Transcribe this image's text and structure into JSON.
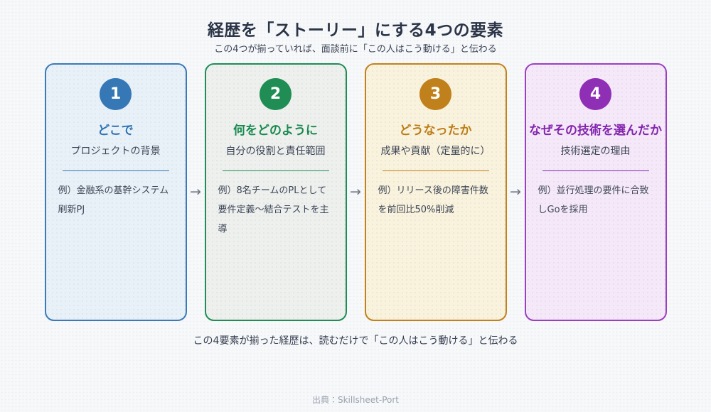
{
  "header": {
    "title": "経歴を「ストーリー」にする4つの要素",
    "subtitle": "この4つが揃っていれば、面談前に「この人はこう動ける」と伝わる"
  },
  "cards": [
    {
      "number": "1",
      "title": "どこで",
      "subtitle": "プロジェクトの背景",
      "example": "例）金融系の基幹システム刷新PJ",
      "colors": {
        "accent": "#2e74b5",
        "border": "#3a7ab8",
        "badge": "#3578b5",
        "bg": "#e9f1f8"
      }
    },
    {
      "number": "2",
      "title": "何をどのように",
      "subtitle": "自分の役割と責任範囲",
      "example": "例）8名チームのPLとして要件定義〜結合テストを主導",
      "colors": {
        "accent": "#1a8a4f",
        "border": "#1e8e55",
        "badge": "#1f8d54",
        "bg": "#eef0ee"
      }
    },
    {
      "number": "3",
      "title": "どうなったか",
      "subtitle": "成果や貢献（定量的に）",
      "example": "例）リリース後の障害件数を前回比50%削減",
      "colors": {
        "accent": "#bd7d15",
        "border": "#c28119",
        "badge": "#c0801b",
        "bg": "#f9f2dd"
      }
    },
    {
      "number": "4",
      "title": "なぜその技術を選んだか",
      "subtitle": "技術選定の理由",
      "example": "例）並行処理の要件に合致しGoを採用",
      "colors": {
        "accent": "#8325ad",
        "border": "#9b3fc0",
        "badge": "#8e2fb5",
        "bg": "#f5e8f9"
      }
    }
  ],
  "arrow_glyph": "→",
  "summary": "この4要素が揃った経歴は、読むだけで「この人はこう動ける」と伝わる",
  "source": "出典：Skillsheet-Port"
}
